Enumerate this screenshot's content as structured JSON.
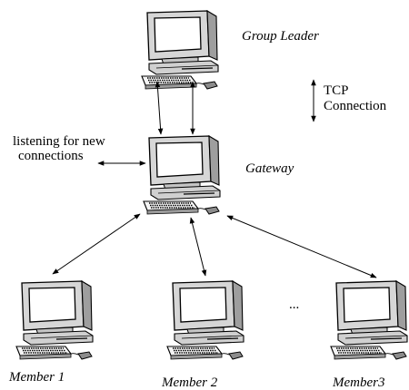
{
  "nodes": {
    "leader": {
      "label": "Group Leader"
    },
    "gateway": {
      "label": "Gateway"
    },
    "member1": {
      "label": "Member 1"
    },
    "member2": {
      "label": "Member 2"
    },
    "member3": {
      "label": "Member3"
    }
  },
  "annotations": {
    "tcp_line1": "TCP",
    "tcp_line2": "Connection",
    "listen_line1": "listening for new",
    "listen_line2": "connections",
    "ellipsis": "..."
  },
  "icons": [
    "computer-icon",
    "keyboard-icon",
    "mouse-icon",
    "double-arrow-icon"
  ]
}
